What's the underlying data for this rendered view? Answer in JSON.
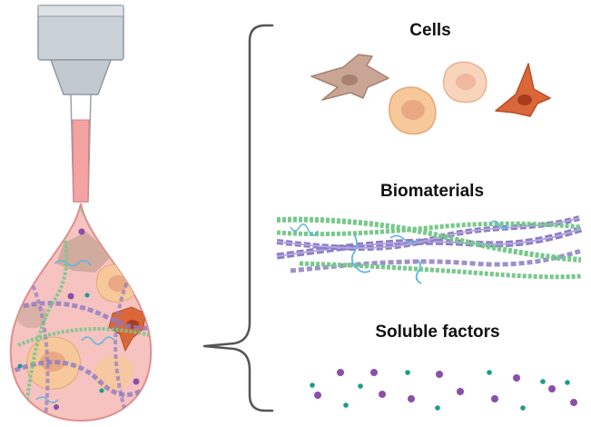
{
  "labels": {
    "cells": "Cells",
    "biomaterials": "Biomaterials",
    "soluble_factors": "Soluble factors"
  },
  "colors": {
    "nozzle_grey": "#c9d0d6",
    "nozzle_outline": "#8f9aa3",
    "tip_pink": "#f4a3a3",
    "droplet_fill": "#f6c3c0",
    "droplet_outline": "#e08e8c",
    "cell_tan": "#c9a596",
    "cell_peach": "#f6c89a",
    "cell_orange": "#d9673a",
    "fiber_green": "#77c98a",
    "fiber_purple": "#8c7cc4",
    "fiber_blue": "#5fb7df",
    "factor_purple": "#8a4fa8",
    "factor_teal": "#1b9c8c",
    "bracket": "#555555"
  },
  "icons": [
    "bioprinter-nozzle-icon",
    "bioink-droplet-icon",
    "bracket-icon",
    "fibroblast-cell-icon",
    "round-cell-icon",
    "macrophage-cell-icon",
    "collagen-fiber-icon",
    "hydrogel-fiber-icon",
    "soluble-factor-dot-icon"
  ]
}
